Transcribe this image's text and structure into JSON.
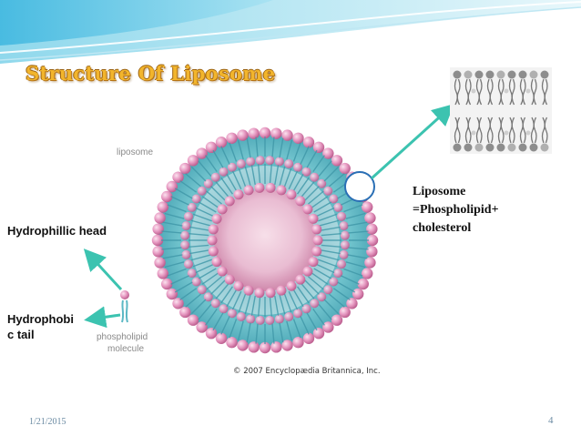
{
  "slide": {
    "title": "Structure Of Liposome",
    "liposome_desc": [
      "Liposome",
      "=Phospholipid+",
      "cholesterol"
    ],
    "hydrophilic_label": "Hydrophillic head",
    "hydrophobic_label": [
      "Hydrophobi",
      "c tail"
    ]
  },
  "figure": {
    "liposome_label": "liposome",
    "molecule_label": [
      "phospholipid",
      "molecule"
    ],
    "credit": "© 2007 Encyclopædia Britannica, Inc."
  },
  "footer": {
    "date": "1/21/2015",
    "page": "4"
  },
  "colors": {
    "accent_teal": "#3cc3b0",
    "title_gold": "#f2b52c",
    "head_pink": "#e79ac2",
    "tail_teal": "#5bb8c4",
    "footer_text": "#6a8aa2"
  }
}
